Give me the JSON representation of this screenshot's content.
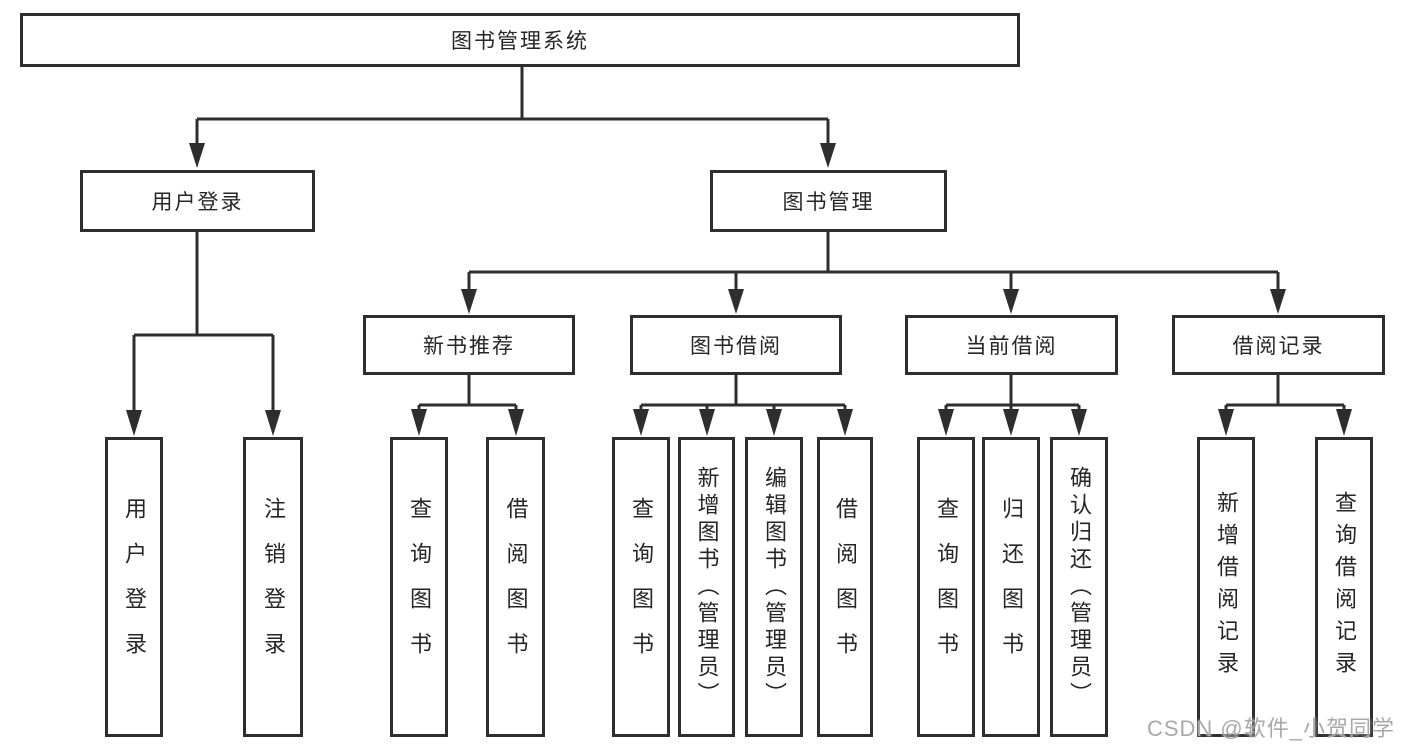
{
  "colors": {
    "line": "#2e2e2e",
    "text": "#262626",
    "background": "#ffffff",
    "watermark": "#a9a9a9"
  },
  "root": {
    "label": "图书管理系统"
  },
  "user_login": {
    "label": "用户登录",
    "children": [
      {
        "label": "用户登录"
      },
      {
        "label": "注销登录"
      }
    ]
  },
  "book_manage": {
    "label": "图书管理",
    "sections": [
      {
        "label": "新书推荐",
        "children": [
          {
            "label": "查询图书"
          },
          {
            "label": "借阅图书"
          }
        ]
      },
      {
        "label": "图书借阅",
        "children": [
          {
            "label": "查询图书"
          },
          {
            "label": "新增图书（管理员）"
          },
          {
            "label": "编辑图书（管理员）"
          },
          {
            "label": "借阅图书"
          }
        ]
      },
      {
        "label": "当前借阅",
        "children": [
          {
            "label": "查询图书"
          },
          {
            "label": "归还图书"
          },
          {
            "label": "确认归还（管理员）"
          }
        ]
      },
      {
        "label": "借阅记录",
        "children": [
          {
            "label": "新增借阅记录"
          },
          {
            "label": "查询借阅记录"
          }
        ]
      }
    ]
  },
  "watermark": {
    "text": "CSDN @软件_小贺同学"
  }
}
